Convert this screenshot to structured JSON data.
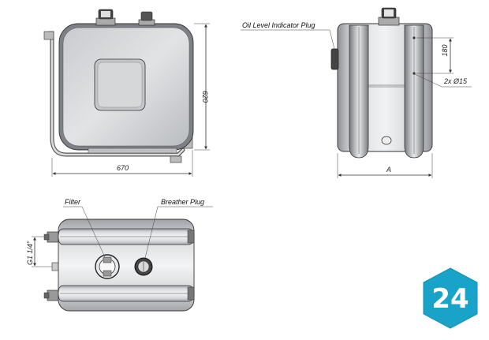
{
  "dimensions": {
    "width": "670",
    "height": "620",
    "side_width": "A",
    "hole_spacing": "180",
    "holes": "2x Ø15",
    "thread": "G1 1/4\""
  },
  "labels": {
    "oil_level_plug": "Oil Level Indicator Plug",
    "filter": "Filter",
    "breather_plug": "Breather Plug"
  },
  "badge": {
    "number": "24",
    "color": "#1aa3c9"
  },
  "colors": {
    "tank_face": "#d4d6d9",
    "tank_dark": "#9a9da1",
    "outline": "#333333"
  }
}
